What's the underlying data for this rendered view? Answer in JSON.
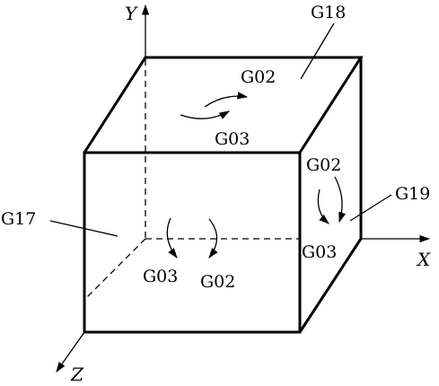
{
  "axes": {
    "x": "X",
    "y": "Y",
    "z": "Z"
  },
  "planes": {
    "xy": "G17",
    "zx": "G18",
    "yz": "G19"
  },
  "directions": {
    "front_cw": "G03",
    "front_ccw": "G02",
    "top_cw": "G02",
    "top_ccw": "G03",
    "side_top": "G02",
    "side_bottom": "G03"
  }
}
